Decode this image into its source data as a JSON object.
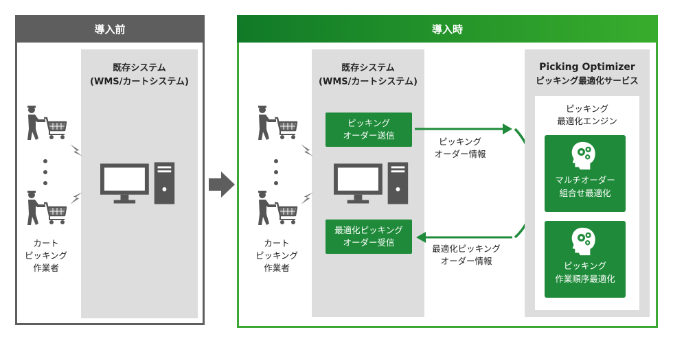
{
  "before": {
    "header": "導入前",
    "system_title_line1": "既存システム",
    "system_title_line2": "(WMS/カートシステム)",
    "worker_label_line1": "カート",
    "worker_label_line2": "ピッキング",
    "worker_label_line3": "作業者"
  },
  "after": {
    "header": "導入時",
    "system_title_line1": "既存システム",
    "system_title_line2": "(WMS/カートシステム)",
    "send_button_line1": "ピッキング",
    "send_button_line2": "オーダー送信",
    "receive_button_line1": "最適化ピッキング",
    "receive_button_line2": "オーダー受信",
    "arrow_out_line1": "ピッキング",
    "arrow_out_line2": "オーダー情報",
    "arrow_in_line1": "最適化ピッキング",
    "arrow_in_line2": "オーダー情報",
    "worker_label_line1": "カート",
    "worker_label_line2": "ピッキング",
    "worker_label_line3": "作業者",
    "optimizer_title_line1": "Picking Optimizer",
    "optimizer_title_line2": "ピッキング最適化サービス",
    "engine_title_line1": "ピッキング",
    "engine_title_line2": "最適化エンジン",
    "card1_line1": "マルチオーダー",
    "card1_line2": "組合せ最適化",
    "card2_line1": "ピッキング",
    "card2_line2": "作業順序最適化"
  },
  "colors": {
    "before_gray": "#5e5e5e",
    "green_dark": "#1f8b3a",
    "green_header_start": "#107a28",
    "green_header_end": "#38ad2c",
    "panel_gray": "#dddddd",
    "icon_gray": "#555555"
  },
  "icons": [
    "worker-with-cart-icon",
    "desktop-computer-icon",
    "wireless-signal-icon",
    "head-with-gears-icon",
    "transition-arrow-icon"
  ]
}
